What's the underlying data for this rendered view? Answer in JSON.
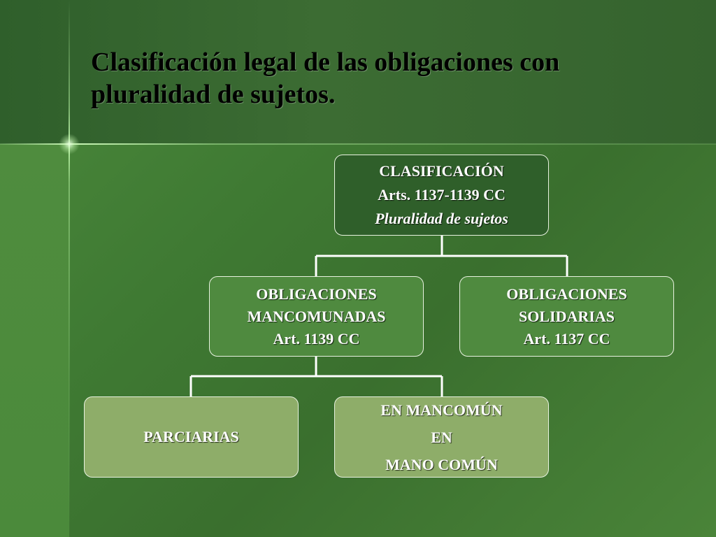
{
  "slide": {
    "title_line1": "Clasificación legal de las obligaciones con",
    "title_line2": "pluralidad de sujetos."
  },
  "diagram": {
    "root": {
      "line1": "CLASIFICACIÓN",
      "line2": "Arts. 1137-1139 CC",
      "line3": "Pluralidad de sujetos"
    },
    "mancomunadas": {
      "line1": "OBLIGACIONES",
      "line2": "MANCOMUNADAS",
      "line3": "Art. 1139 CC"
    },
    "solidarias": {
      "line1": "OBLIGACIONES",
      "line2": "SOLIDARIAS",
      "line3": "Art. 1137 CC"
    },
    "parciarias": {
      "line1": "PARCIARIAS"
    },
    "en_mancomun": {
      "line1": "EN MANCOMÚN",
      "line2": "EN",
      "line3": "MANO COMÚN"
    }
  },
  "colors": {
    "background": "#3f7a33",
    "title_band": "#35652f",
    "root_fill": "#2f5f2a",
    "level2_fill": "#4f8a3f",
    "level3_fill": "#8ead69",
    "connector": "#ffffff",
    "title_text": "#000000"
  }
}
